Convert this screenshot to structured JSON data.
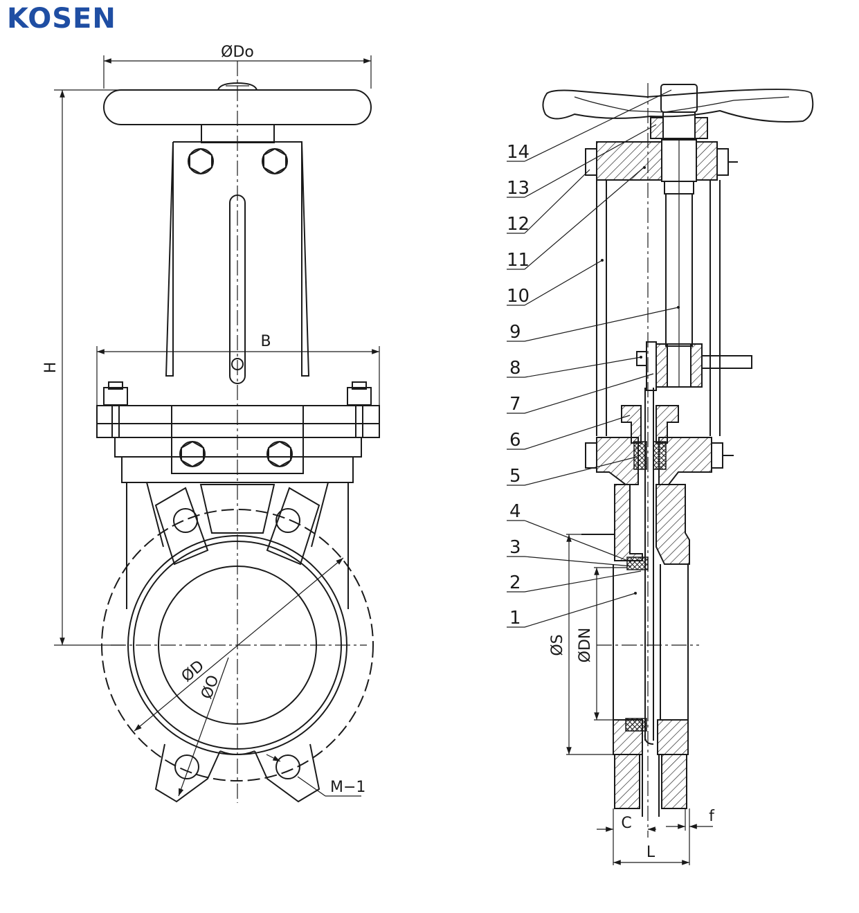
{
  "brand": {
    "logo_text": "KOSEN",
    "color": "#1f4ea3"
  },
  "front_view": {
    "dims": {
      "do": "ØDo",
      "b": "B",
      "h": "H",
      "d": "ØD",
      "o": "ØO",
      "m": "M−1"
    }
  },
  "section_view": {
    "dims": {
      "s": "ØS",
      "dn": "ØDN",
      "c": "C",
      "l": "L",
      "f": "f"
    },
    "parts": [
      "14",
      "13",
      "12",
      "11",
      "10",
      "9",
      "8",
      "7",
      "6",
      "5",
      "4",
      "3",
      "2",
      "1"
    ]
  }
}
